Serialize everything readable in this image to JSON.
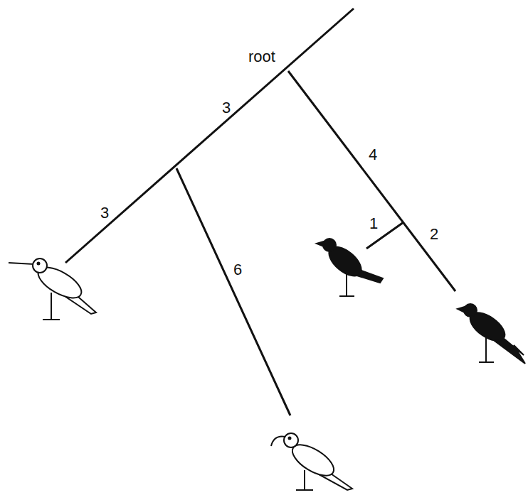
{
  "diagram": {
    "labels": [
      "root",
      "3",
      "3",
      "4",
      "1",
      "2",
      "6"
    ]
  }
}
